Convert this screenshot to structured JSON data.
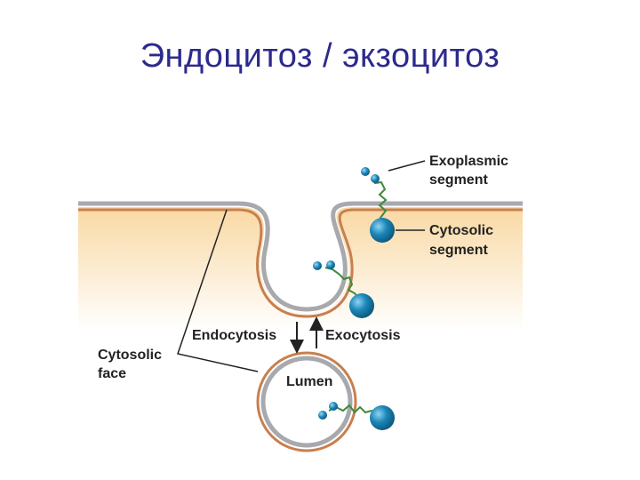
{
  "title": "Эндоцитоз / экзоцитоз",
  "labels": {
    "exoplasmic_segment": [
      "Exoplasmic",
      "segment"
    ],
    "cytosolic_segment": [
      "Cytosolic",
      "segment"
    ],
    "endocytosis": "Endocytosis",
    "exocytosis": "Exocytosis",
    "cytosolic_face": [
      "Cytosolic",
      "face"
    ],
    "lumen": "Lumen"
  },
  "colors": {
    "title": "#2c2a8c",
    "cytosol_top": "#f9d8a3",
    "cytosol_bottom": "#ffffff",
    "membrane_outer": "#a7a9ac",
    "membrane_inner": "#c87f4e",
    "protein_ball": "#1b86b8",
    "protein_helix": "#3f8a3f",
    "label_text": "#222222"
  },
  "icons": {
    "protein": "membrane-protein-icon",
    "arrow": "arrow-icon"
  }
}
